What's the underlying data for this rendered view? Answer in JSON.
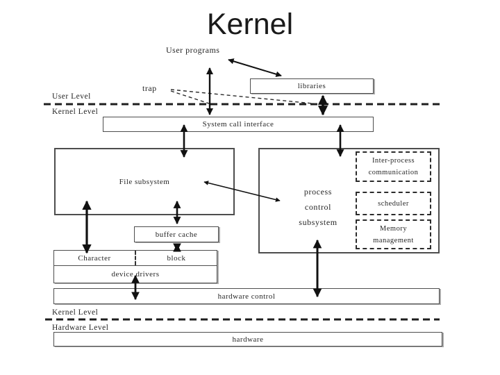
{
  "slide": {
    "title": "Kernel"
  },
  "labels": {
    "user_programs": "User programs",
    "trap": "trap",
    "user_level": "User Level",
    "kernel_level_top": "Kernel Level",
    "kernel_level_bottom": "Kernel Level",
    "hardware_level": "Hardware Level"
  },
  "boxes": {
    "libraries": "libraries",
    "system_call_interface": "System call interface",
    "file_subsystem": "File subsystem",
    "process_control": {
      "lines": [
        "process",
        "control",
        "subsystem"
      ]
    },
    "ipc": {
      "lines": [
        "Inter-process",
        "communication"
      ]
    },
    "scheduler": "scheduler",
    "memory_management": {
      "lines": [
        "Memory",
        "management"
      ]
    },
    "buffer_cache": "buffer cache",
    "character": "Character",
    "block": "block",
    "device_drivers": "device drivers",
    "hardware_control": "hardware control",
    "hardware": "hardware"
  },
  "colors": {
    "ink": "#262626",
    "border": "#4d4d4d",
    "arrow": "#111111",
    "bg": "#ffffff"
  }
}
